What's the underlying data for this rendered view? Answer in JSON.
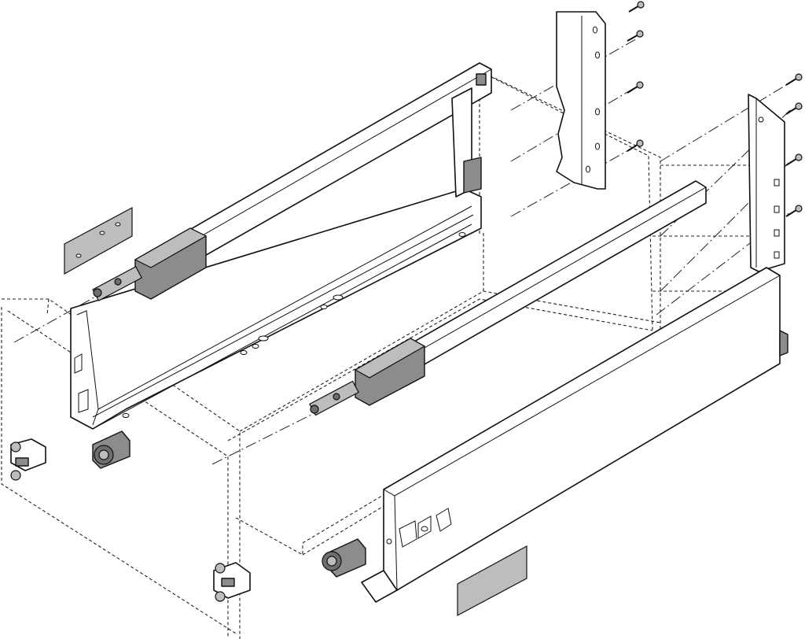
{
  "diagram": {
    "kind": "exploded-assembly-drawing",
    "parts": [
      {
        "name": "left-drawer-side-panel"
      },
      {
        "name": "right-drawer-side-panel"
      },
      {
        "name": "left-runner-rail"
      },
      {
        "name": "right-runner-rail"
      },
      {
        "name": "left-rear-fixing-bracket"
      },
      {
        "name": "right-rear-fixing-bracket"
      },
      {
        "name": "front-fixing-clip"
      },
      {
        "name": "adjustment-bolt"
      },
      {
        "name": "cover-cap"
      },
      {
        "name": "mounting-screw"
      }
    ],
    "colors": {
      "outline": "#111111",
      "part-grey": "#8c8c8c",
      "cap-grey": "#b0b0b0",
      "background": "#ffffff"
    }
  }
}
